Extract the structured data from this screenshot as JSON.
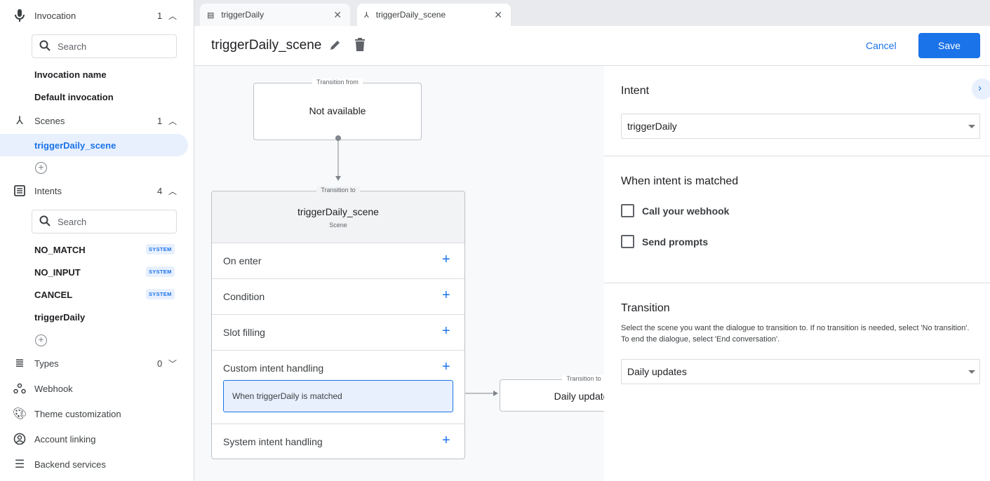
{
  "sidebar": {
    "invocation": {
      "label": "Invocation",
      "count": "1",
      "search_placeholder": "Search",
      "items": [
        "Invocation name",
        "Default invocation"
      ]
    },
    "scenes": {
      "label": "Scenes",
      "count": "1",
      "items": [
        "triggerDaily_scene"
      ],
      "selected": "triggerDaily_scene"
    },
    "intents": {
      "label": "Intents",
      "count": "4",
      "search_placeholder": "Search",
      "items": [
        {
          "name": "NO_MATCH",
          "badge": "SYSTEM"
        },
        {
          "name": "NO_INPUT",
          "badge": "SYSTEM"
        },
        {
          "name": "CANCEL",
          "badge": "SYSTEM"
        },
        {
          "name": "triggerDaily",
          "badge": ""
        }
      ]
    },
    "types": {
      "label": "Types",
      "count": "0"
    },
    "webhook": "Webhook",
    "theme": "Theme customization",
    "account_linking": "Account linking",
    "backend": "Backend services"
  },
  "tabs": [
    {
      "label": "triggerDaily",
      "icon": "intent-icon",
      "active": false
    },
    {
      "label": "triggerDaily_scene",
      "icon": "scene-icon",
      "active": true
    }
  ],
  "header": {
    "title": "triggerDaily_scene",
    "cancel": "Cancel",
    "save": "Save"
  },
  "canvas": {
    "from": {
      "legend": "Transition from",
      "text": "Not available"
    },
    "scene": {
      "legend": "Transition to",
      "name": "triggerDaily_scene",
      "type": "Scene",
      "rows": [
        "On enter",
        "Condition",
        "Slot filling",
        "Custom intent handling",
        "System intent handling"
      ],
      "handler": "When triggerDaily is matched"
    },
    "target": {
      "legend": "Transition to",
      "text": "Daily updates"
    }
  },
  "panel": {
    "intent_label": "Intent",
    "intent_value": "triggerDaily",
    "matched_label": "When intent is matched",
    "webhook_cb": "Call your webhook",
    "prompts_cb": "Send prompts",
    "transition_label": "Transition",
    "transition_desc": "Select the scene you want the dialogue to transition to. If no transition is needed, select 'No transition'. To end the dialogue, select 'End conversation'.",
    "transition_value": "Daily updates"
  },
  "colors": {
    "accent": "#1a73e8",
    "selected_bg": "#e8f0fe"
  }
}
